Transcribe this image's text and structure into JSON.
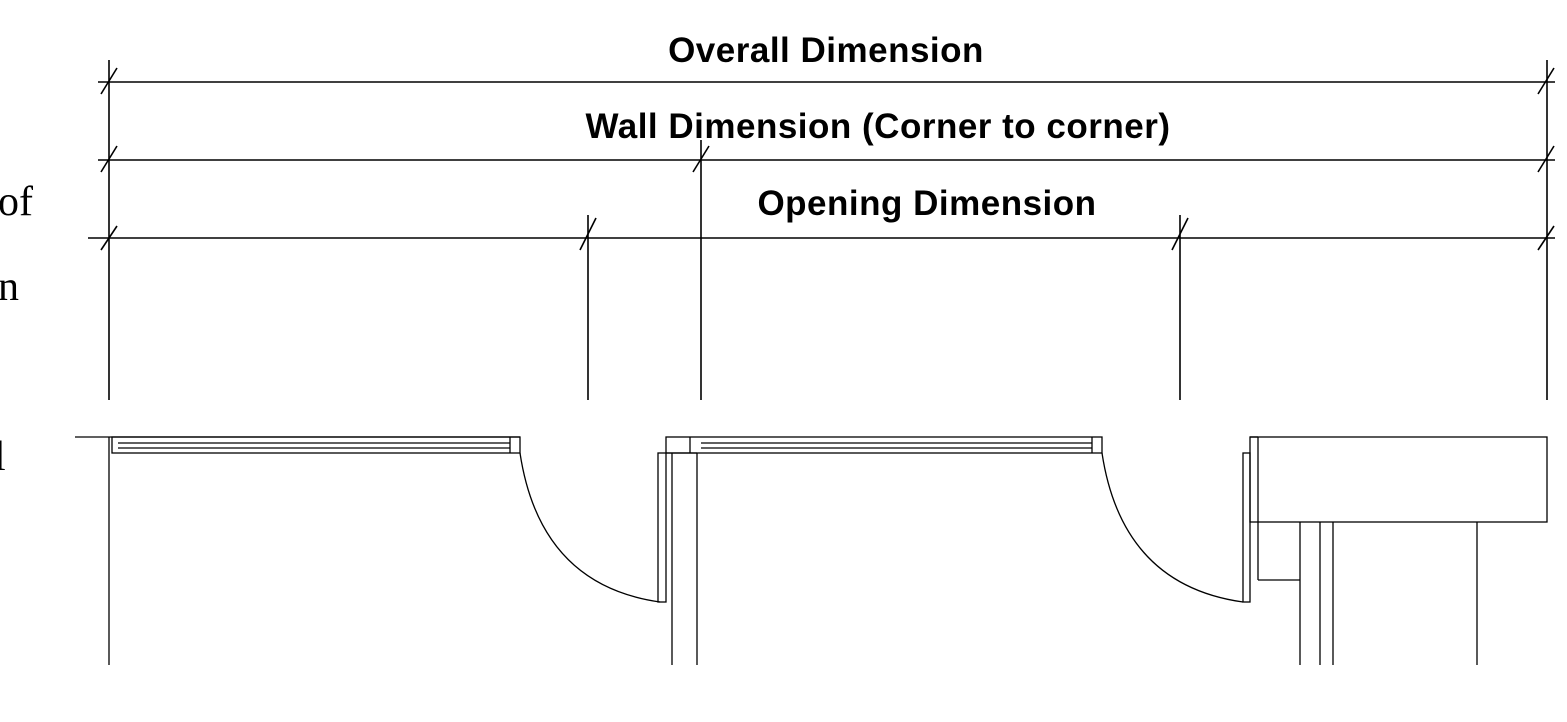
{
  "labels": {
    "overall": "Overall Dimension",
    "wall": "Wall Dimension (Corner to corner)",
    "opening": "Opening Dimension"
  },
  "left_text_fragments": [
    "of",
    "n",
    "l"
  ]
}
